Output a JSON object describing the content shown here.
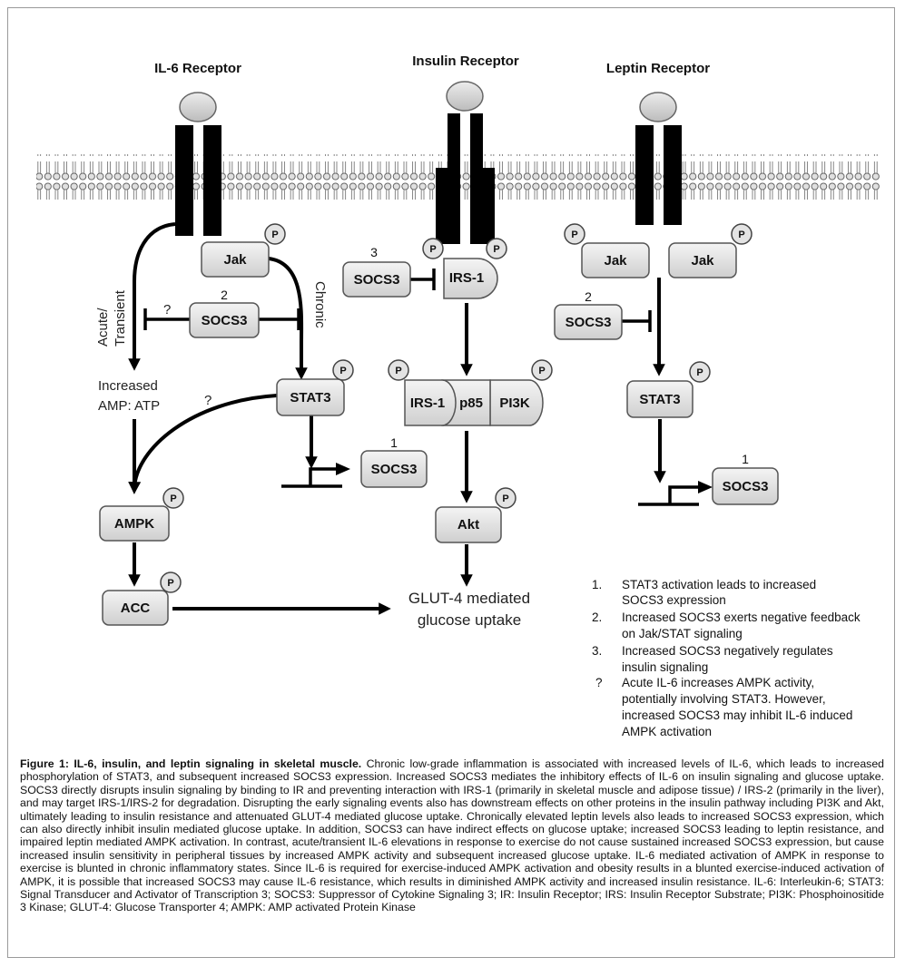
{
  "receptors": {
    "il6": "IL-6 Receptor",
    "insulin": "Insulin Receptor",
    "leptin": "Leptin Receptor"
  },
  "phospho": "P",
  "question": "?",
  "il6": {
    "jak": "Jak",
    "socs3_inhib": "SOCS3",
    "socs3_inhib_num": "2",
    "stat3": "STAT3",
    "socs3_expr": "SOCS3",
    "socs3_expr_num": "1",
    "ampk": "AMPK",
    "acc": "ACC",
    "acute_label": "Acute/",
    "transient_label": "Transient",
    "chronic_label": "Chronic",
    "increased_line1": "Increased",
    "increased_line2": "AMP: ATP"
  },
  "insulin": {
    "socs3": "SOCS3",
    "socs3_num": "3",
    "irs1": "IRS-1",
    "complex_irs1": "IRS-1",
    "complex_p85": "p85",
    "complex_pi3k": "PI3K",
    "akt": "Akt",
    "glut_line1": "GLUT-4 mediated",
    "glut_line2": "glucose uptake"
  },
  "leptin": {
    "jak_left": "Jak",
    "jak_right": "Jak",
    "socs3_inhib": "SOCS3",
    "socs3_inhib_num": "2",
    "stat3": "STAT3",
    "socs3_expr": "SOCS3",
    "socs3_expr_num": "1"
  },
  "legend": [
    {
      "marker": "1.",
      "line1": "STAT3 activation leads to increased",
      "line2": "SOCS3 expression",
      "line3": "",
      "line4": ""
    },
    {
      "marker": "2.",
      "line1": "Increased SOCS3 exerts negative feedback",
      "line2": "on Jak/STAT  signaling",
      "line3": "",
      "line4": ""
    },
    {
      "marker": "3.",
      "line1": "Increased SOCS3 negatively regulates",
      "line2": "insulin signaling",
      "line3": "",
      "line4": ""
    },
    {
      "marker": "?",
      "line1": "Acute IL-6 increases AMPK activity,",
      "line2": "potentially involving STAT3.   However,",
      "line3": "increased SOCS3 may inhibit IL-6 induced",
      "line4": "AMPK activation"
    }
  ],
  "caption": {
    "title": "Figure 1: IL-6, insulin, and leptin signaling in skeletal muscle.",
    "body": " Chronic low-grade inflammation is associated with increased levels of IL-6, which leads to increased phosphorylation of STAT3, and subsequent increased SOCS3 expression. Increased SOCS3 mediates the inhibitory effects of IL-6 on insulin signaling and glucose uptake. SOCS3 directly disrupts insulin signaling by binding to IR and preventing interaction with IRS-1 (primarily in skeletal muscle and adipose tissue) / IRS-2 (primarily in the liver), and may target IRS-1/IRS-2 for degradation. Disrupting the early signaling events also has downstream effects on other proteins in the insulin pathway including PI3K and Akt, ultimately leading to insulin resistance and attenuated GLUT-4 mediated glucose uptake. Chronically elevated leptin levels also leads to increased SOCS3 expression, which can also directly inhibit insulin mediated glucose uptake. In addition, SOCS3 can have indirect effects on glucose uptake; increased SOCS3 leading to leptin resistance, and impaired leptin mediated AMPK activation. In contrast, acute/transient IL-6 elevations in response to exercise do not cause sustained increased SOCS3 expression, but cause increased insulin sensitivity in peripheral tissues by increased AMPK activity and subsequent increased glucose uptake. IL-6 mediated activation of AMPK in response to exercise is blunted in chronic inflammatory states. Since IL-6 is required for exercise-induced AMPK activation and obesity results in a blunted exercise-induced activation of AMPK, it is possible that increased SOCS3 may cause IL-6 resistance, which results in diminished AMPK activity and increased insulin resistance. IL-6: Interleukin-6; STAT3: Signal Transducer and Activator of Transcription 3; SOCS3: Suppressor of Cytokine Signaling 3; IR: Insulin Receptor; IRS: Insulin Receptor Substrate; PI3K: Phosphoinositide 3 Kinase; GLUT-4: Glucose Transporter 4; AMPK: AMP activated Protein Kinase"
  }
}
